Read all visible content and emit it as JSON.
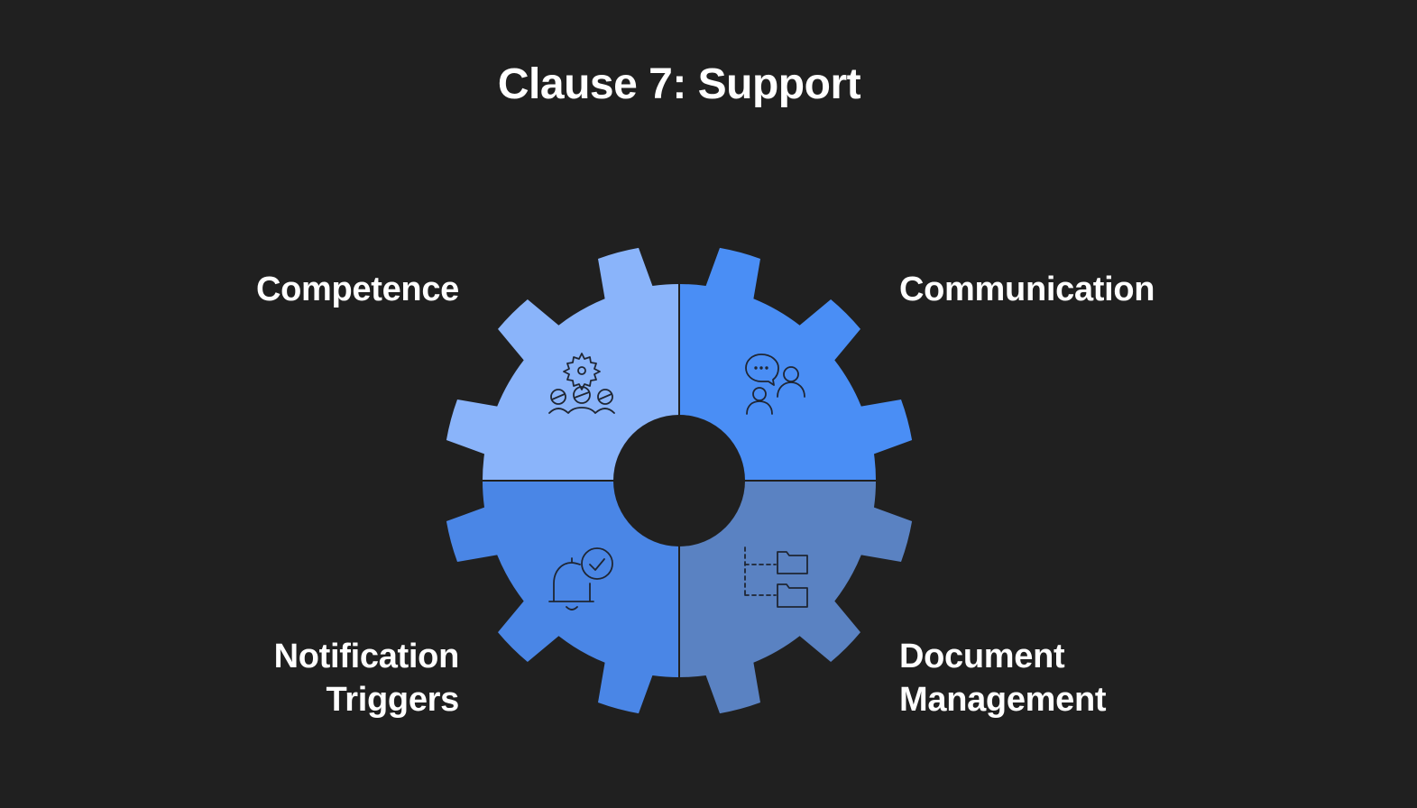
{
  "title": "Clause 7: Support",
  "segments": [
    {
      "id": "competence",
      "lines": [
        "Competence"
      ],
      "color": "#8AB4FA",
      "icon": "team-gear-icon"
    },
    {
      "id": "communication",
      "lines": [
        "Communication"
      ],
      "color": "#4A8EF5",
      "icon": "people-chat-icon"
    },
    {
      "id": "notification",
      "lines": [
        "Notification",
        "Triggers"
      ],
      "color": "#4A86E6",
      "icon": "bell-check-icon"
    },
    {
      "id": "document",
      "lines": [
        "Document",
        "Management"
      ],
      "color": "#5A82C2",
      "icon": "folder-tree-icon"
    }
  ],
  "colors": {
    "background": "#202020",
    "icon_stroke": "#1f2633",
    "divider": "#202020"
  }
}
